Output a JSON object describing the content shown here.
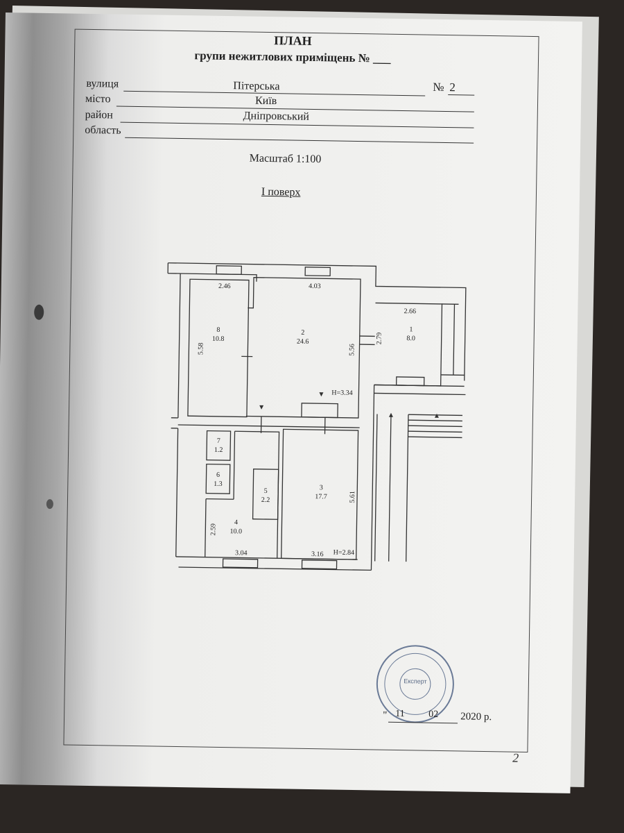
{
  "header": {
    "title": "ПЛАН",
    "subtitle": "групи нежитлових приміщень № ___"
  },
  "address": {
    "street_label": "вулиця",
    "street_value": "Пітерська",
    "number_label": "№",
    "number_value": "2",
    "city_label": "місто",
    "city_value": "Київ",
    "district_label": "район",
    "district_value": "Дніпровський",
    "region_label": "область",
    "region_value": ""
  },
  "scale": "Масштаб 1:100",
  "floor": "I поверх",
  "plan": {
    "rooms": [
      {
        "num": "1",
        "area": "8.0"
      },
      {
        "num": "2",
        "area": "24.6"
      },
      {
        "num": "3",
        "area": "17.7"
      },
      {
        "num": "4",
        "area": "10.0"
      },
      {
        "num": "5",
        "area": "2.2"
      },
      {
        "num": "6",
        "area": "1.3"
      },
      {
        "num": "7",
        "area": "1.2"
      },
      {
        "num": "8",
        "area": "10.8"
      }
    ],
    "dims": {
      "d_246": "2.46",
      "d_403": "4.03",
      "d_266": "2.66",
      "d_558": "5.58",
      "d_556": "5.56",
      "d_279": "2.79",
      "d_561": "5.61",
      "d_259": "2.59",
      "d_304": "3.04",
      "d_316": "3.16",
      "h_334": "H=3.34",
      "h_284": "H=2.84"
    }
  },
  "footer": {
    "date_open_quote": "\"",
    "date_day": "11",
    "date_month": "02",
    "date_year": "2020 р."
  },
  "stamp_text": "Експерт",
  "page_number": "2"
}
